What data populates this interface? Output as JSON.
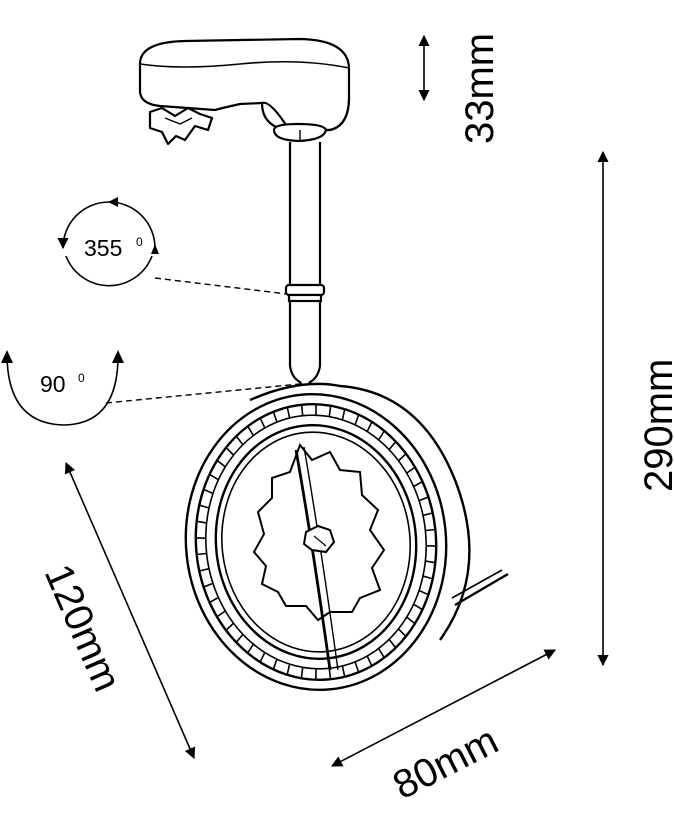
{
  "dimensions": {
    "adapter_height": "33mm",
    "total_height": "290mm",
    "head_diameter": "120mm",
    "head_depth": "80mm"
  },
  "rotations": {
    "horizontal_value": "355",
    "horizontal_unit": "0",
    "tilt_value": "90",
    "tilt_unit": "0"
  },
  "colors": {
    "line": "#000000",
    "background": "#ffffff"
  }
}
